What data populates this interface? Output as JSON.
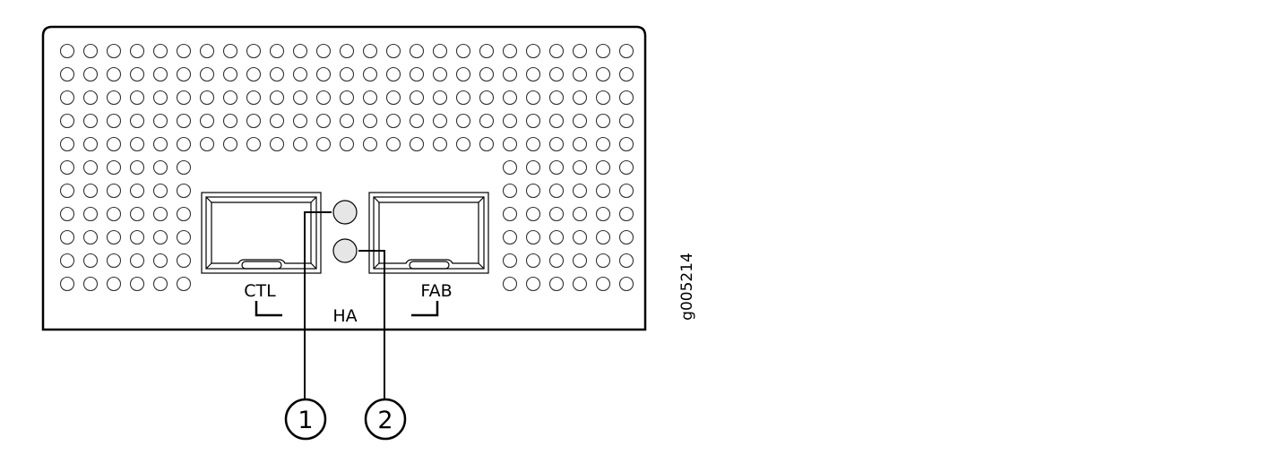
{
  "labels": {
    "ctl": "CTL",
    "fab": "FAB",
    "ha": "HA",
    "figure_id": "g005214"
  },
  "callouts": [
    "1",
    "2"
  ],
  "colors": {
    "led_fill": "#e6e6e6",
    "stroke": "#000000",
    "hole_stroke": "#333333"
  }
}
